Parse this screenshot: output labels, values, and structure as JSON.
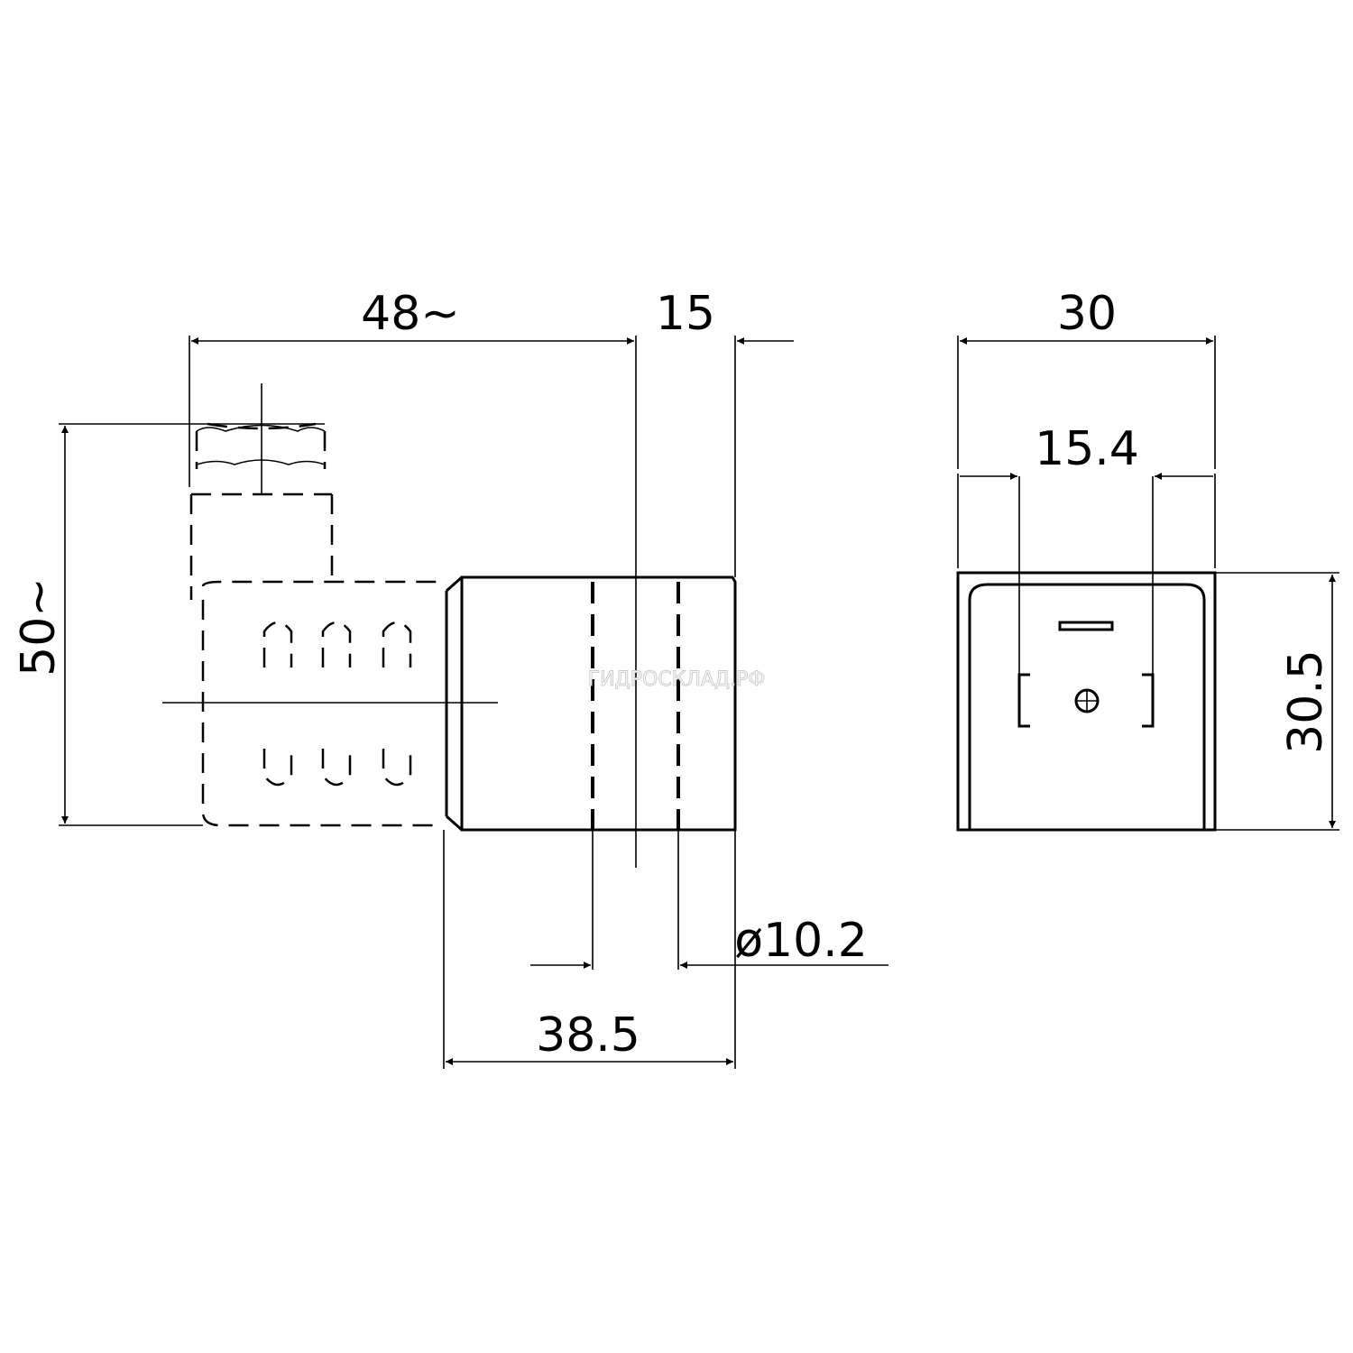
{
  "dimensions": {
    "overall_length": "48~",
    "connector_offset": "15",
    "height": "50~",
    "body_length": "38.5",
    "bore_diameter": "ø10.2",
    "width": "30",
    "pin_spacing": "15.4",
    "body_height": "30.5"
  },
  "watermark": "ГИДРОСКЛАД.РФ"
}
